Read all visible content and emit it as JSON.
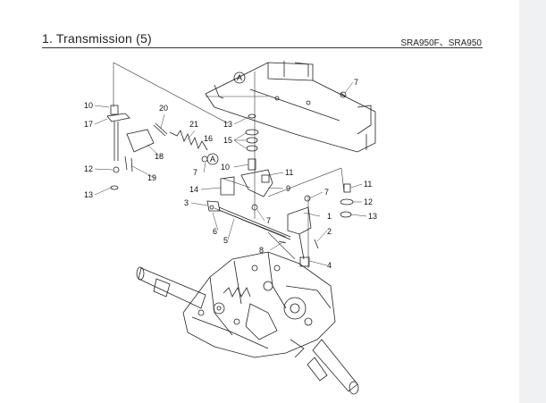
{
  "header": {
    "title": "1. Transmission (5)",
    "models": "SRA950F、SRA950"
  },
  "callouts": [
    {
      "id": "c1",
      "text": "1"
    },
    {
      "id": "c2",
      "text": "2"
    },
    {
      "id": "c3",
      "text": "3"
    },
    {
      "id": "c4",
      "text": "4"
    },
    {
      "id": "c5",
      "text": "5"
    },
    {
      "id": "c6",
      "text": "6"
    },
    {
      "id": "c7a",
      "text": "7"
    },
    {
      "id": "c7b",
      "text": "7"
    },
    {
      "id": "c7c",
      "text": "7"
    },
    {
      "id": "c7d",
      "text": "7"
    },
    {
      "id": "c8",
      "text": "8"
    },
    {
      "id": "c9",
      "text": "9"
    },
    {
      "id": "c10a",
      "text": "10"
    },
    {
      "id": "c10b",
      "text": "10"
    },
    {
      "id": "c11a",
      "text": "11"
    },
    {
      "id": "c11b",
      "text": "11"
    },
    {
      "id": "c12a",
      "text": "12"
    },
    {
      "id": "c12b",
      "text": "12"
    },
    {
      "id": "c13a",
      "text": "13"
    },
    {
      "id": "c13b",
      "text": "13"
    },
    {
      "id": "c13c",
      "text": "13"
    },
    {
      "id": "c14",
      "text": "14"
    },
    {
      "id": "c15",
      "text": "15"
    },
    {
      "id": "c16",
      "text": "16"
    },
    {
      "id": "c17",
      "text": "17"
    },
    {
      "id": "c18",
      "text": "18"
    },
    {
      "id": "c19",
      "text": "19"
    },
    {
      "id": "c20",
      "text": "20"
    },
    {
      "id": "c21",
      "text": "21"
    }
  ],
  "reference_marks": [
    {
      "text": "A"
    },
    {
      "text": "A"
    }
  ]
}
